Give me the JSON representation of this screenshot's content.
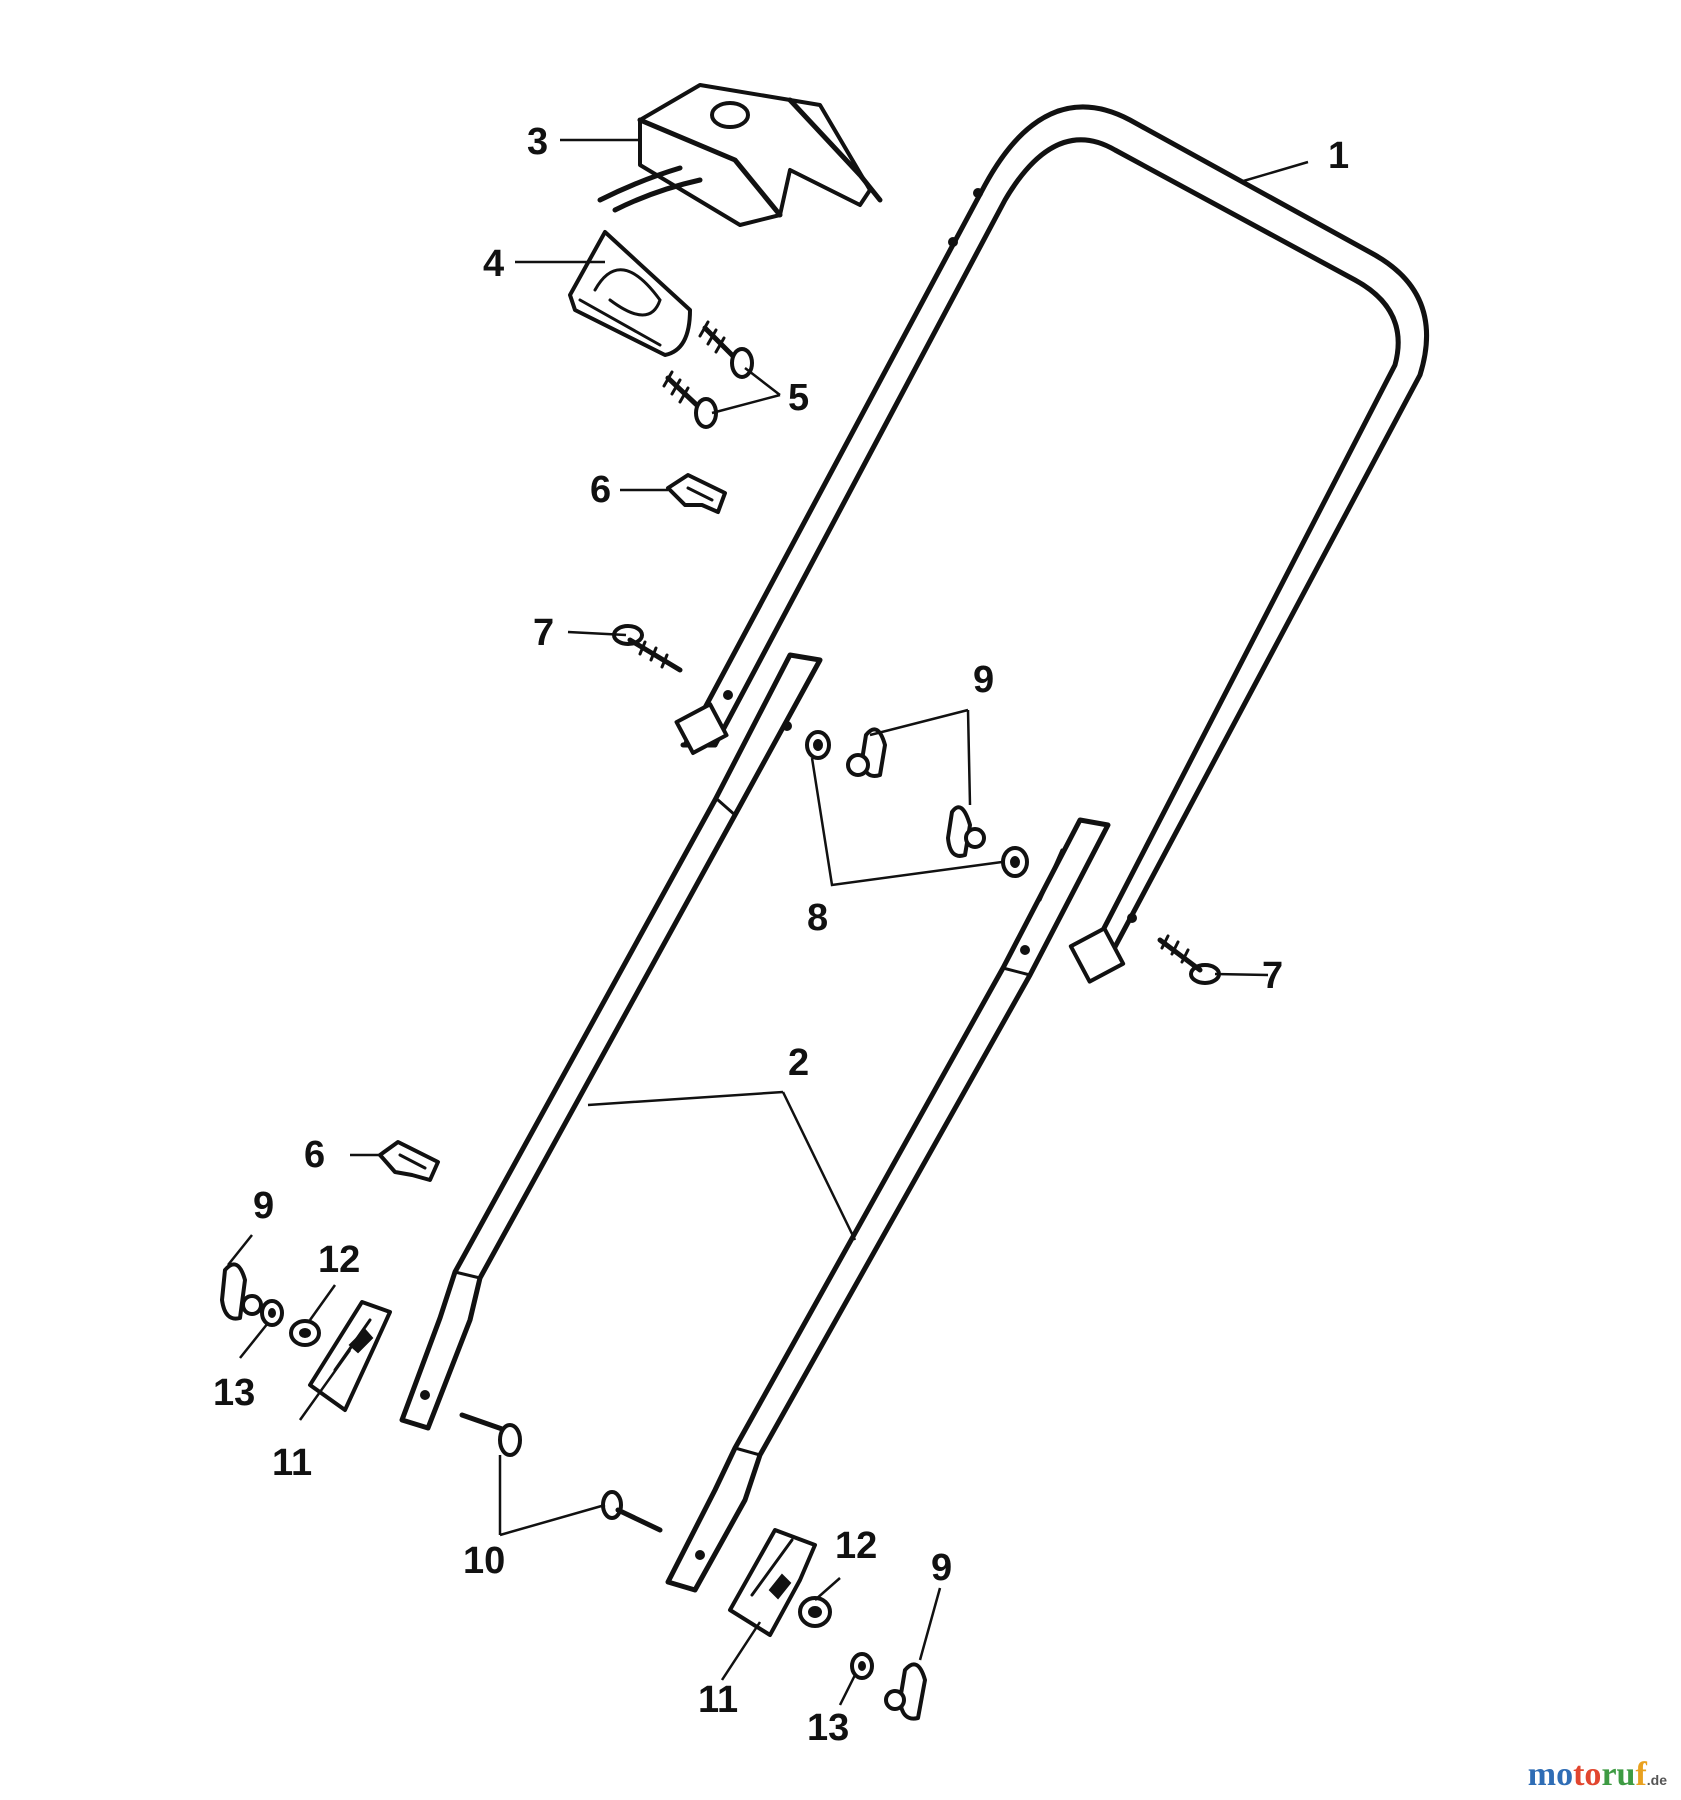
{
  "callouts": {
    "c1": "1",
    "c2": "2",
    "c3": "3",
    "c4": "4",
    "c5": "5",
    "c6a": "6",
    "c6b": "6",
    "c7a": "7",
    "c7b": "7",
    "c8": "8",
    "c9a": "9",
    "c9b": "9",
    "c9c": "9",
    "c10": "10",
    "c11a": "11",
    "c11b": "11",
    "c12a": "12",
    "c12b": "12",
    "c13a": "13",
    "c13b": "13"
  },
  "watermark": {
    "p1": "mo",
    "p2": "to",
    "p3": "ru",
    "p4": "f",
    "tld": ".de"
  }
}
